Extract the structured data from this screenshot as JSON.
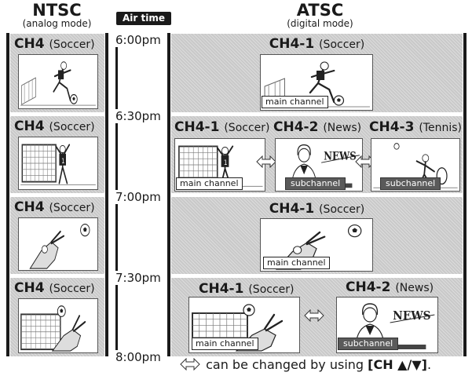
{
  "headers": {
    "ntsc_title": "NTSC",
    "ntsc_sub": "(analog mode)",
    "airtime": "Air time",
    "atsc_title": "ATSC",
    "atsc_sub": "(digital mode)"
  },
  "times": [
    "6:00pm",
    "6:30pm",
    "7:00pm",
    "7:30pm",
    "8:00pm"
  ],
  "ntsc_rows": [
    {
      "ch": "CH4",
      "program": "(Soccer)",
      "scene": "kick"
    },
    {
      "ch": "CH4",
      "program": "(Soccer)",
      "scene": "keeper"
    },
    {
      "ch": "CH4",
      "program": "(Soccer)",
      "scene": "dive"
    },
    {
      "ch": "CH4",
      "program": "(Soccer)",
      "scene": "goal"
    }
  ],
  "atsc_rows": [
    {
      "channels": [
        {
          "ch": "CH4-1",
          "program": "(Soccer)",
          "tag": "main channel",
          "tag_type": "main",
          "scene": "kick"
        }
      ]
    },
    {
      "channels": [
        {
          "ch": "CH4-1",
          "program": "(Soccer)",
          "tag": "main channel",
          "tag_type": "main",
          "scene": "keeper"
        },
        {
          "ch": "CH4-2",
          "program": "(News)",
          "tag": "subchannel",
          "tag_type": "sub",
          "scene": "news",
          "news_text": "NEWS"
        },
        {
          "ch": "CH4-3",
          "program": "(Tennis)",
          "tag": "subchannel",
          "tag_type": "sub",
          "scene": "tennis"
        }
      ]
    },
    {
      "channels": [
        {
          "ch": "CH4-1",
          "program": "(Soccer)",
          "tag": "main channel",
          "tag_type": "main",
          "scene": "dive"
        }
      ]
    },
    {
      "channels": [
        {
          "ch": "CH4-1",
          "program": "(Soccer)",
          "tag": "main channel",
          "tag_type": "main",
          "scene": "goal"
        },
        {
          "ch": "CH4-2",
          "program": "(News)",
          "tag": "subchannel",
          "tag_type": "sub",
          "scene": "news",
          "news_text": "NEWS"
        }
      ]
    }
  ],
  "footnote": {
    "text": "can be changed by using",
    "key": "[CH ▲/▼]",
    "end": "."
  },
  "colors": {
    "panel": "#c9c9c9",
    "dark": "#1a1a1a",
    "sub_tag": "#5a5a5a"
  }
}
